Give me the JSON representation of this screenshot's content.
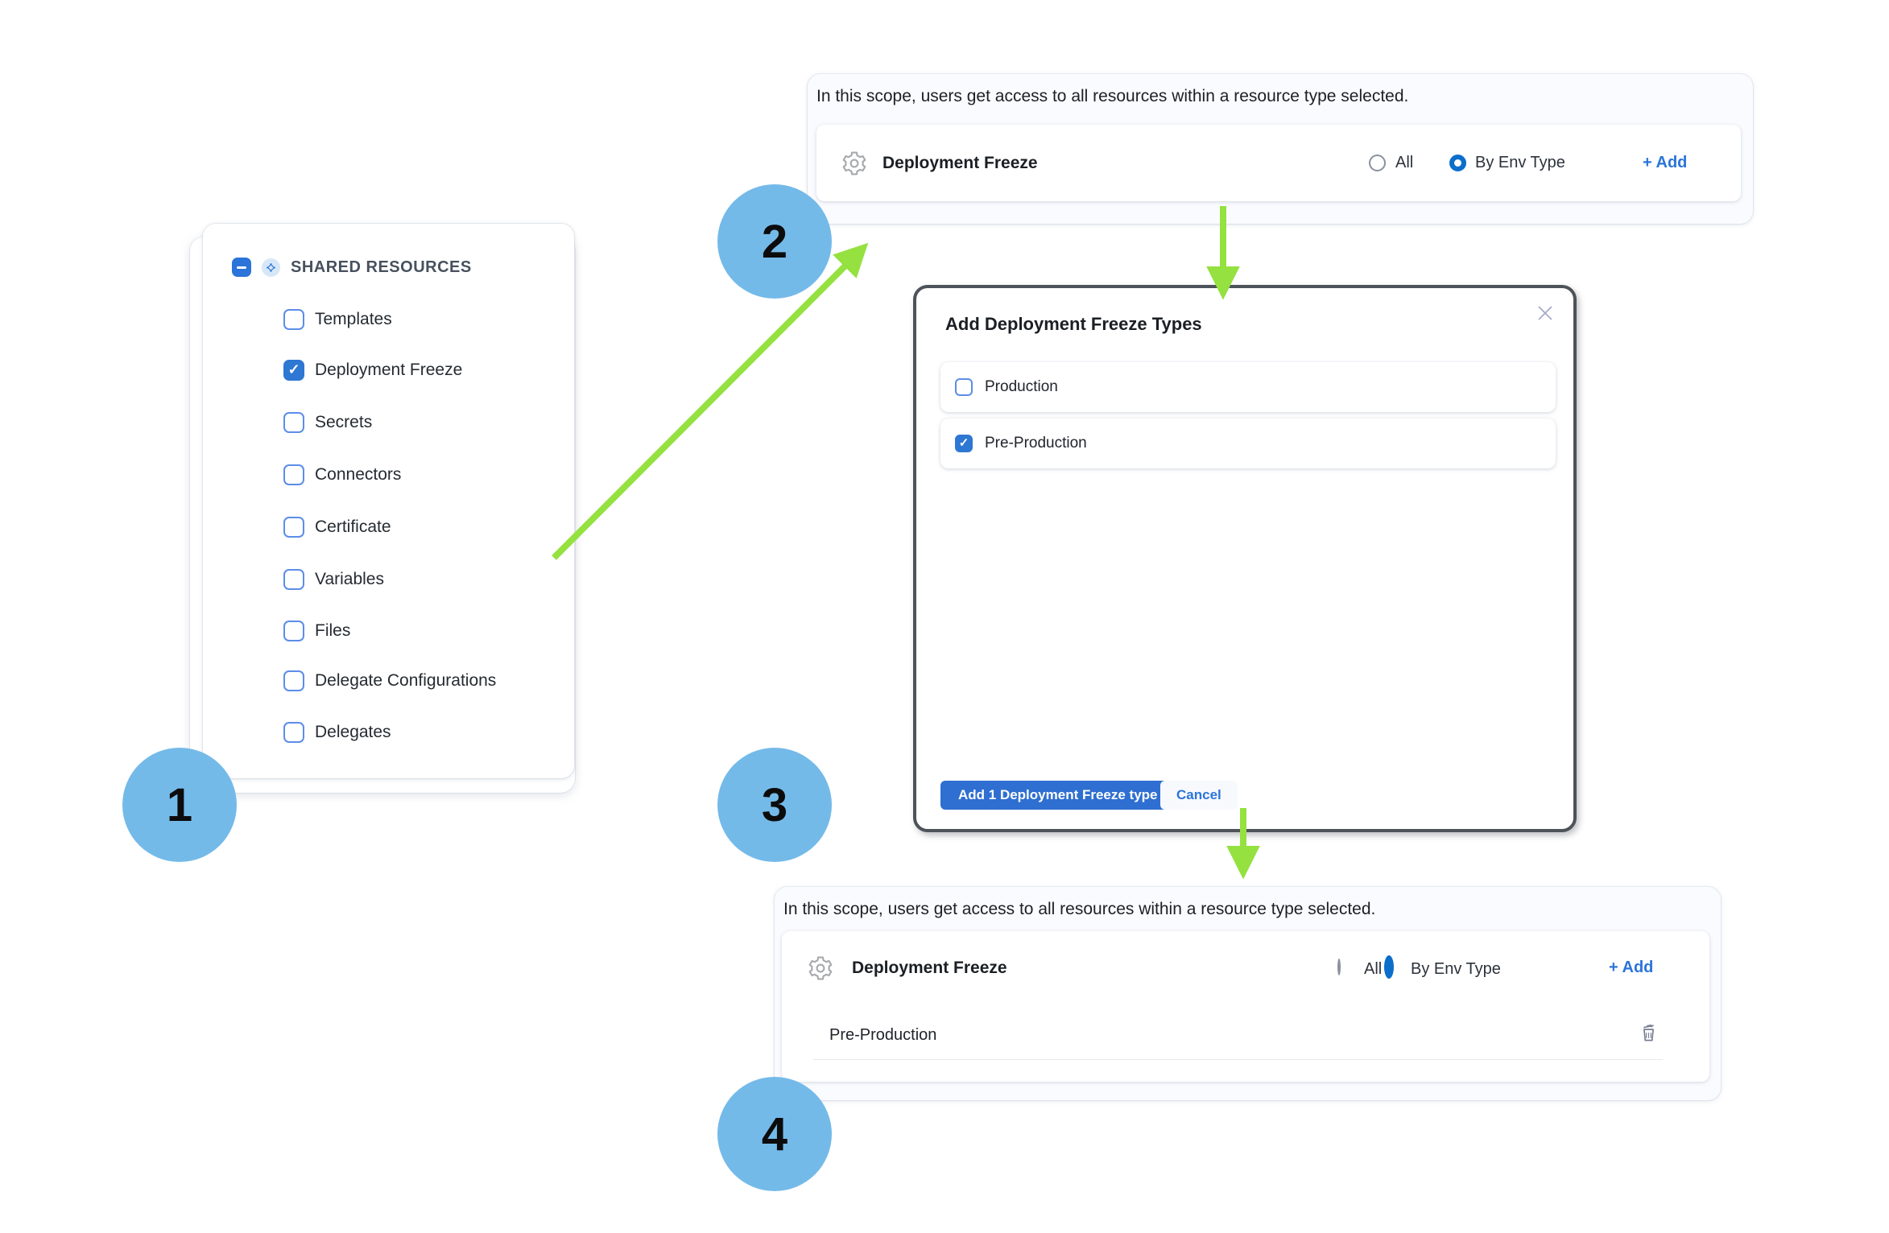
{
  "colors": {
    "primary_blue": "#2B74D9",
    "checkbox_blue": "#2E77D3",
    "radio_blue": "#0C6ECB",
    "button_blue": "#2E6FD1",
    "step_circle_blue": "#74BAE9",
    "arrow_green": "#94E140",
    "modal_border": "#4D5359"
  },
  "icons": [
    "collapse-minus-icon",
    "shared-resources-icon",
    "gear-icon",
    "trash-icon",
    "close-icon",
    "arrow-icon"
  ],
  "steps": [
    {
      "label": "1"
    },
    {
      "label": "2"
    },
    {
      "label": "3"
    },
    {
      "label": "4"
    }
  ],
  "sidebar": {
    "title": "SHARED RESOURCES",
    "items": [
      {
        "label": "Templates",
        "checked": false
      },
      {
        "label": "Deployment Freeze",
        "checked": true
      },
      {
        "label": "Secrets",
        "checked": false
      },
      {
        "label": "Connectors",
        "checked": false
      },
      {
        "label": "Certificate",
        "checked": false
      },
      {
        "label": "Variables",
        "checked": false
      },
      {
        "label": "Files",
        "checked": false
      },
      {
        "label": "Delegate Configurations",
        "checked": false
      },
      {
        "label": "Delegates",
        "checked": false
      }
    ]
  },
  "scope_panel_top": {
    "description": "In this scope, users get access to all resources within a resource type selected.",
    "resource_name": "Deployment Freeze",
    "option_all": "All",
    "option_all_selected": false,
    "option_by_env": "By Env Type",
    "option_by_env_selected": true,
    "add_label": "+ Add"
  },
  "modal": {
    "title": "Add Deployment Freeze Types",
    "options": [
      {
        "label": "Production",
        "checked": false
      },
      {
        "label": "Pre-Production",
        "checked": true
      }
    ],
    "confirm_label": "Add 1 Deployment Freeze type",
    "cancel_label": "Cancel"
  },
  "scope_panel_bottom": {
    "description": "In this scope, users get access to all resources within a resource type selected.",
    "resource_name": "Deployment Freeze",
    "option_all": "All",
    "option_all_selected": false,
    "option_by_env": "By Env Type",
    "option_by_env_selected": true,
    "add_label": "+ Add",
    "selected_types": [
      {
        "name": "Pre-Production"
      }
    ]
  }
}
